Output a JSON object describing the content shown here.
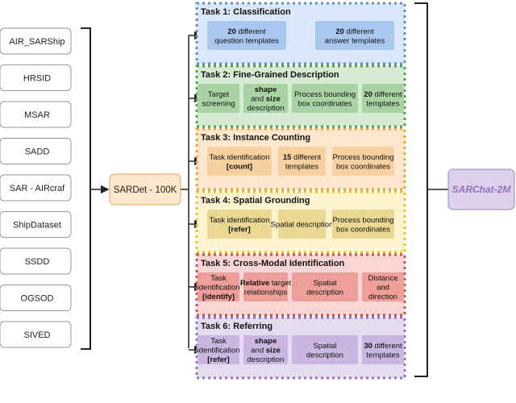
{
  "datasets": [
    "AIR_SARShip",
    "HRSID",
    "MSAR",
    "SADD",
    "SAR - AIRcraf",
    "ShipDataset",
    "SSDD",
    "OGSOD",
    "SIVED"
  ],
  "hub": {
    "label": "SARDet - 100K"
  },
  "output": {
    "label": "SARChat-2M"
  },
  "tasks": [
    {
      "title": "Task 1: Classification",
      "fill": "#dbe8fb",
      "border": "#5b8fd8",
      "box": "#aac7ef",
      "boxes": [
        {
          "lines": [
            [
              {
                "t": "20",
                "b": true
              },
              {
                "t": " different",
                "b": false
              }
            ],
            [
              {
                "t": "question templates",
                "b": false
              }
            ]
          ]
        },
        {
          "lines": [
            [
              {
                "t": "20",
                "b": true
              },
              {
                "t": " different",
                "b": false
              }
            ],
            [
              {
                "t": "answer templates",
                "b": false
              }
            ]
          ]
        }
      ]
    },
    {
      "title": "Task 2:  Fine-Grained Description",
      "fill": "#d6ecd2",
      "border": "#52a150",
      "box": "#a9d3a5",
      "boxes": [
        {
          "lines": [
            [
              {
                "t": "Target",
                "b": false
              }
            ],
            [
              {
                "t": "screening",
                "b": false
              }
            ]
          ]
        },
        {
          "lines": [
            [
              {
                "t": "shape",
                "b": true
              }
            ],
            [
              {
                "t": "and ",
                "b": false
              },
              {
                "t": "size",
                "b": true
              }
            ],
            [
              {
                "t": "description",
                "b": false
              }
            ]
          ]
        },
        {
          "lines": [
            [
              {
                "t": "Process bounding",
                "b": false
              }
            ],
            [
              {
                "t": "box coordinates",
                "b": false
              }
            ]
          ]
        },
        {
          "lines": [
            [
              {
                "t": "20",
                "b": true
              },
              {
                "t": " different",
                "b": false
              }
            ],
            [
              {
                "t": "templates",
                "b": false
              }
            ]
          ]
        }
      ]
    },
    {
      "title": "Task 3: Instance Counting",
      "fill": "#fce6cc",
      "border": "#f0a232",
      "box": "#f8cf9e",
      "boxes": [
        {
          "lines": [
            [
              {
                "t": "Task identification",
                "b": false
              }
            ],
            [
              {
                "t": "[count]",
                "b": true
              }
            ]
          ]
        },
        {
          "lines": [
            [
              {
                "t": "15",
                "b": true
              },
              {
                "t": " different",
                "b": false
              }
            ],
            [
              {
                "t": "templates",
                "b": false
              }
            ]
          ]
        },
        {
          "lines": [
            [
              {
                "t": "Process bounding",
                "b": false
              }
            ],
            [
              {
                "t": "box coordinates",
                "b": false
              }
            ]
          ]
        }
      ]
    },
    {
      "title": "Task 4: Spatial Grounding",
      "fill": "#fdf3cf",
      "border": "#e6c22b",
      "box": "#ead892",
      "boxes": [
        {
          "lines": [
            [
              {
                "t": "Task identification",
                "b": false
              }
            ],
            [
              {
                "t": "[refer]",
                "b": true
              }
            ]
          ]
        },
        {
          "lines": [
            [
              {
                "t": "Spatial description",
                "b": false
              }
            ]
          ]
        },
        {
          "lines": [
            [
              {
                "t": "Process bounding",
                "b": false
              }
            ],
            [
              {
                "t": "box coordinates",
                "b": false
              }
            ]
          ]
        }
      ]
    },
    {
      "title": "Task 5: Cross-Modal Identification",
      "fill": "#f9d6d4",
      "border": "#de4b49",
      "box": "#ee9f9a",
      "boxes": [
        {
          "lines": [
            [
              {
                "t": "Task",
                "b": false
              }
            ],
            [
              {
                "t": "identification",
                "b": false
              }
            ],
            [
              {
                "t": "[identify]",
                "b": true
              }
            ]
          ]
        },
        {
          "lines": [
            [
              {
                "t": "Relative",
                "b": true
              },
              {
                "t": " target",
                "b": false
              }
            ],
            [
              {
                "t": "relationships",
                "b": false
              }
            ]
          ]
        },
        {
          "lines": [
            [
              {
                "t": "Spatial",
                "b": false
              }
            ],
            [
              {
                "t": "description",
                "b": false
              }
            ]
          ]
        },
        {
          "lines": [
            [
              {
                "t": "Distance",
                "b": false
              }
            ],
            [
              {
                "t": "and",
                "b": false
              }
            ],
            [
              {
                "t": "direction",
                "b": false
              }
            ]
          ]
        }
      ]
    },
    {
      "title": "Task 6: Referring",
      "fill": "#e6dcef",
      "border": "#9a6fc0",
      "box": "#cbb5e1",
      "boxes": [
        {
          "lines": [
            [
              {
                "t": "Task",
                "b": false
              }
            ],
            [
              {
                "t": "identification",
                "b": false
              }
            ],
            [
              {
                "t": "[refer]",
                "b": true
              }
            ]
          ]
        },
        {
          "lines": [
            [
              {
                "t": "shape",
                "b": true
              }
            ],
            [
              {
                "t": "and ",
                "b": false
              },
              {
                "t": "size",
                "b": true
              }
            ],
            [
              {
                "t": "description",
                "b": false
              }
            ]
          ]
        },
        {
          "lines": [
            [
              {
                "t": "Spatial",
                "b": false
              }
            ],
            [
              {
                "t": "description",
                "b": false
              }
            ]
          ]
        },
        {
          "lines": [
            [
              {
                "t": "30",
                "b": true
              },
              {
                "t": " different",
                "b": false
              }
            ],
            [
              {
                "t": "templates",
                "b": false
              }
            ]
          ]
        }
      ]
    }
  ],
  "colors": {
    "line": "#222222",
    "dataset_border": "#999999",
    "hub_fill": "#fce6cc",
    "hub_border": "#e3a45a",
    "output_fill": "#dcd0ea",
    "output_border": "#9c87bc",
    "output_text": "#9a6fc0"
  }
}
